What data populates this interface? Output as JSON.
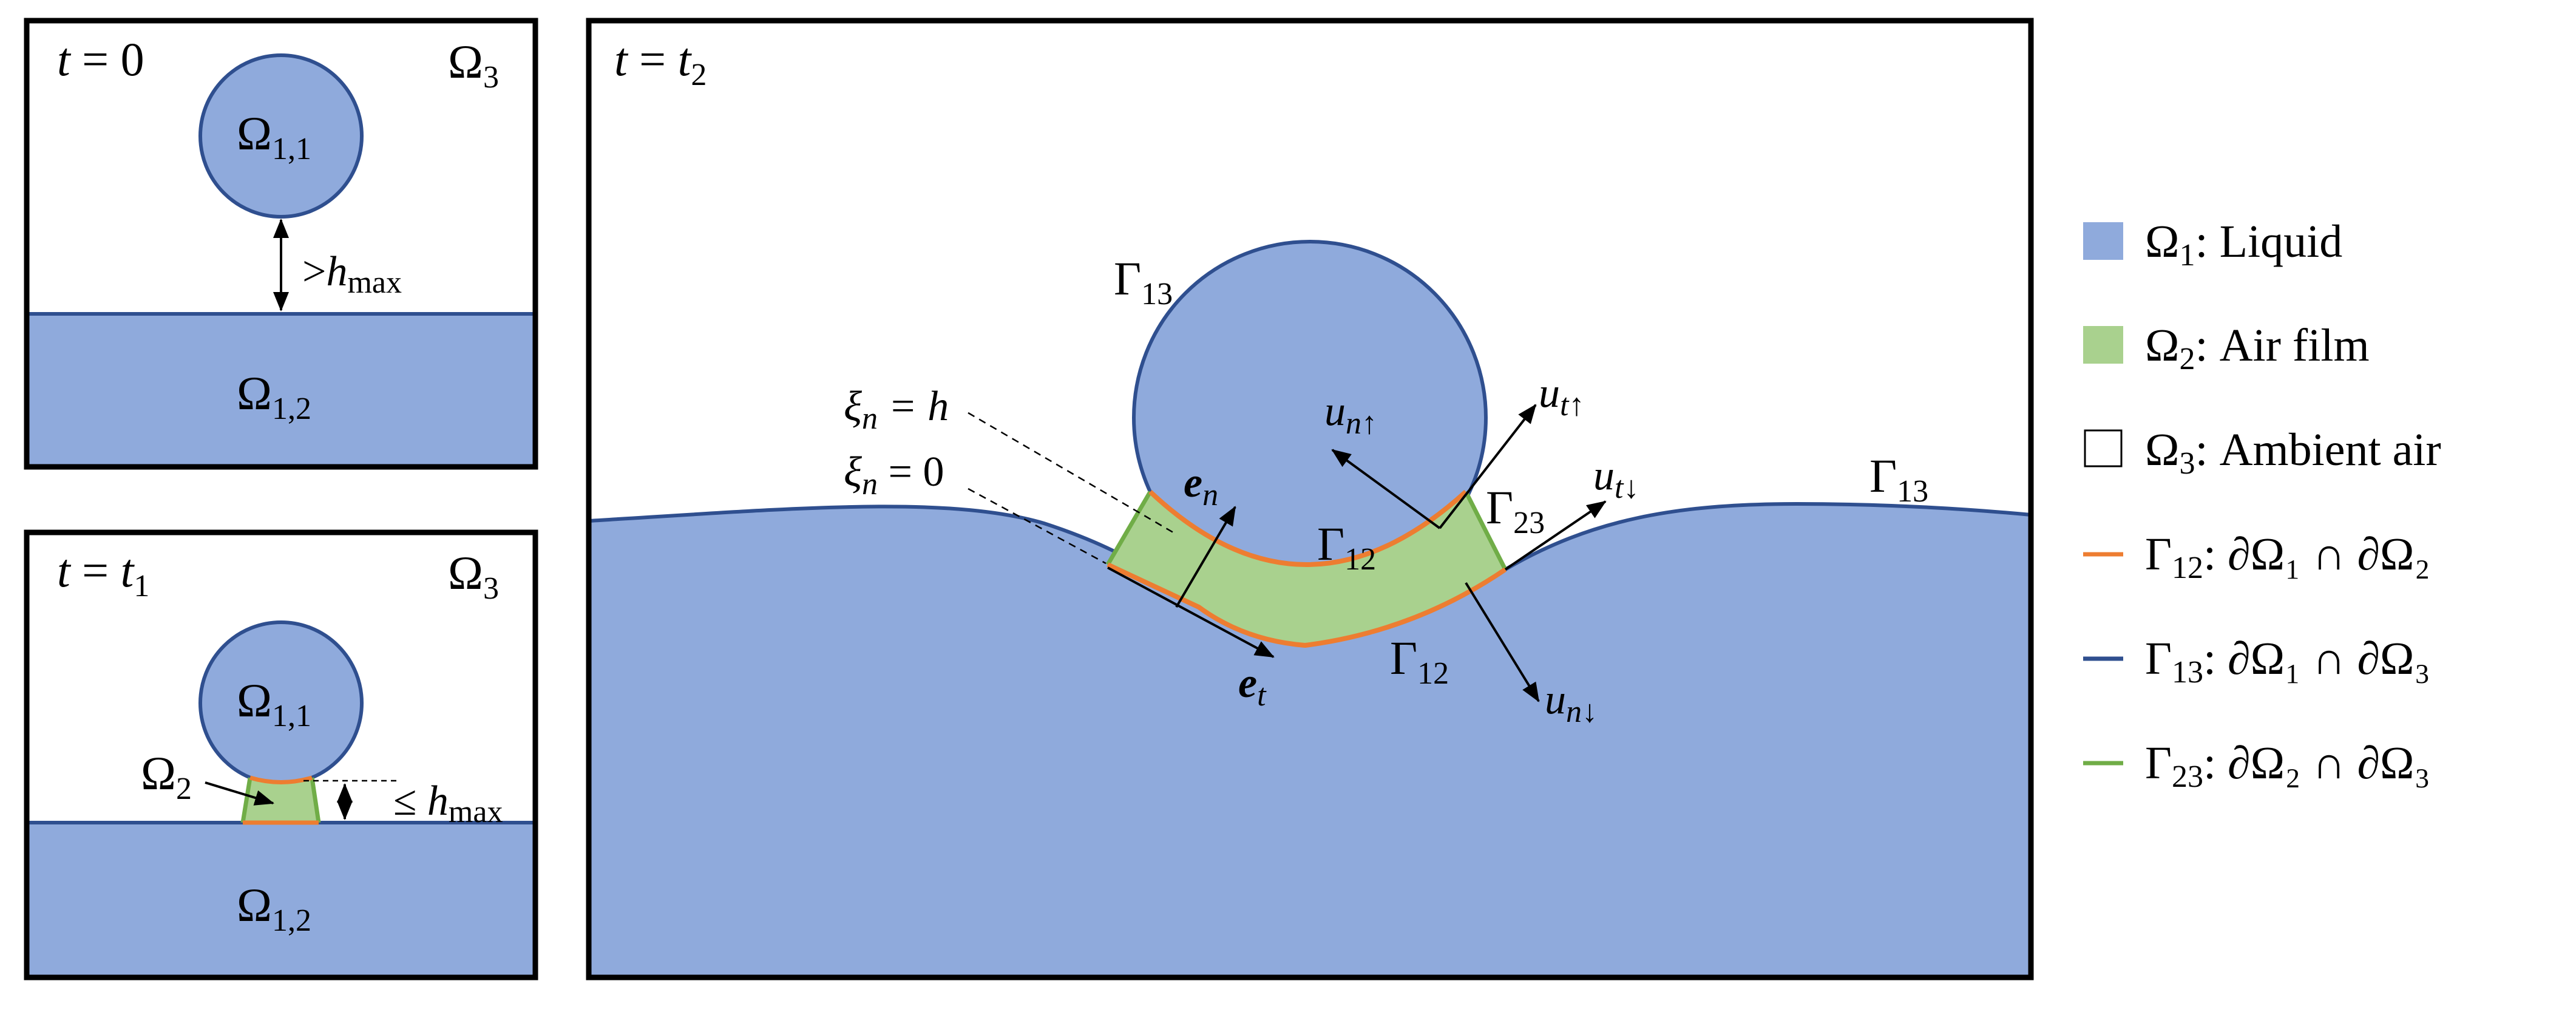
{
  "colors": {
    "liquid": "#8faadc",
    "liquid_edge": "#2f4f8f",
    "air_film": "#a9d18e",
    "air_film_edge": "#70ad47",
    "gamma12": "#ed7d31",
    "frame": "#000000"
  },
  "panel_a": {
    "time_main": "t",
    "time_eq": " = 0",
    "region3": "Ω",
    "region3_sub": "3",
    "drop": "Ω",
    "drop_sub": "1,1",
    "pool": "Ω",
    "pool_sub": "1,2",
    "gap_prefix": ">",
    "gap_h": "h",
    "gap_sub": "max"
  },
  "panel_b": {
    "time_main": "t",
    "time_eq": " = ",
    "time_var": "t",
    "time_sub": "1",
    "region3": "Ω",
    "region3_sub": "3",
    "drop": "Ω",
    "drop_sub": "1,1",
    "film": "Ω",
    "film_sub": "2",
    "pool": "Ω",
    "pool_sub": "1,2",
    "gap_prefix": "≤ ",
    "gap_h": "h",
    "gap_sub": "max"
  },
  "panel_c": {
    "time_main": "t",
    "time_eq": " = ",
    "time_var": "t",
    "time_sub": "2",
    "gamma": "Γ",
    "g13_drop_sub": "13",
    "g13_pool_sub": "13",
    "g12_upper_sub": "12",
    "g12_lower_sub": "12",
    "g23_sub": "23",
    "xi_h_var": "ξ",
    "xi_h_sub": "n",
    "xi_h_rest": " = h",
    "xi_0_var": "ξ",
    "xi_0_sub": "n",
    "xi_0_rest": " = 0",
    "en_main": "e",
    "en_sub": "n",
    "et_main": "e",
    "et_sub": "t",
    "u": "u",
    "un_up_sub": "n↑",
    "ut_up_sub": "t↑",
    "ut_down_sub": "t↓",
    "un_down_sub": "n↓"
  },
  "legend": [
    {
      "sym": "Ω",
      "sub": "1",
      "text": ": Liquid"
    },
    {
      "sym": "Ω",
      "sub": "2",
      "text": ": Air film"
    },
    {
      "sym": "Ω",
      "sub": "3",
      "text": ": Ambient air"
    },
    {
      "sym": "Γ",
      "sub": "12",
      "text": ": ∂Ω₁ ∩ ∂Ω₂"
    },
    {
      "sym": "Γ",
      "sub": "13",
      "text": ": ∂Ω₁ ∩ ∂Ω₃"
    },
    {
      "sym": "Γ",
      "sub": "23",
      "text": ": ∂Ω₂ ∩ ∂Ω₃"
    }
  ]
}
